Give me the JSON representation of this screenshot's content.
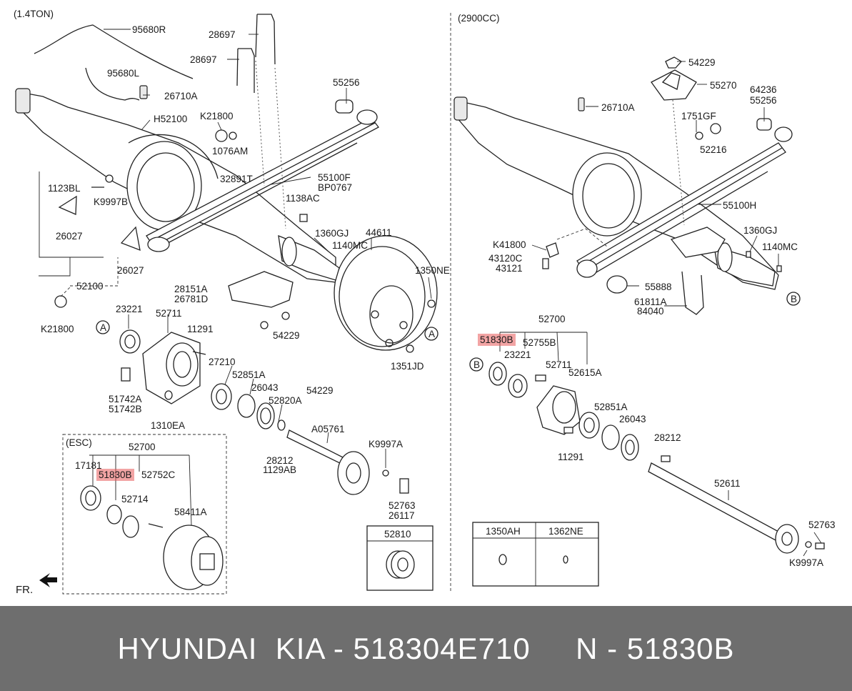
{
  "sections": {
    "left_header": "(1.4TON)",
    "right_header": "(2900CC)",
    "esc_header": "(ESC)",
    "front_marker": "FR."
  },
  "callouts": {
    "a": "A",
    "b": "B"
  },
  "left_labels": [
    "95680R",
    "28697",
    "28697",
    "95680L",
    "26710A",
    "55256",
    "H52100",
    "K21800",
    "1076AM",
    "32891T",
    "55100F",
    "BP0767",
    "1123BL",
    "K9997B",
    "1138AC",
    "26027",
    "26027",
    "1360GJ",
    "44611",
    "1140MC",
    "1350NE",
    "52100",
    "28151A",
    "26781D",
    "K21800",
    "23221",
    "52711",
    "11291",
    "54229",
    "1351JD",
    "27210",
    "52851A",
    "26043",
    "54229",
    "51742A",
    "51742B",
    "52820A",
    "1310EA",
    "A05761",
    "K9997A",
    "28212",
    "1129AB",
    "52763",
    "26117"
  ],
  "esc_labels": [
    "52700",
    "17181",
    "51830B",
    "52752C",
    "52714",
    "58411A"
  ],
  "right_labels": [
    "54229",
    "55270",
    "26710A",
    "64236",
    "55256",
    "1751GF",
    "52216",
    "55100H",
    "K41800",
    "43120C",
    "43121",
    "1360GJ",
    "1140MC",
    "55888",
    "61811A",
    "84040",
    "52700",
    "51830B",
    "52755B",
    "23221",
    "52711",
    "52615A",
    "52851A",
    "26043",
    "11291",
    "28212",
    "52611",
    "52763",
    "K9997A"
  ],
  "boxes": {
    "bearing_box": "52810",
    "parts_table": [
      "1350AH",
      "1362NE"
    ]
  },
  "footer": {
    "text": "HYUNDAI  KIA - 518304E710     N - 51830B"
  },
  "colors": {
    "highlight": "#e85a5a",
    "footer_bg": "#6e6e6e",
    "footer_text": "#ffffff"
  }
}
